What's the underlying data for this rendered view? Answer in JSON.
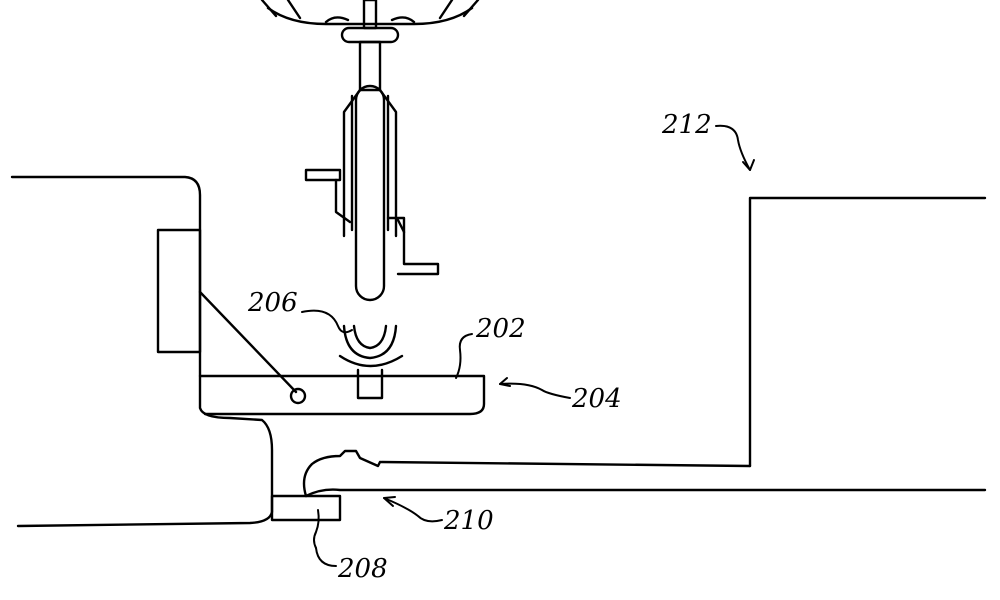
{
  "figure": {
    "reference_numerals": {
      "r202": "202",
      "r204": "204",
      "r206": "206",
      "r208": "208",
      "r210": "210",
      "r212": "212"
    }
  }
}
